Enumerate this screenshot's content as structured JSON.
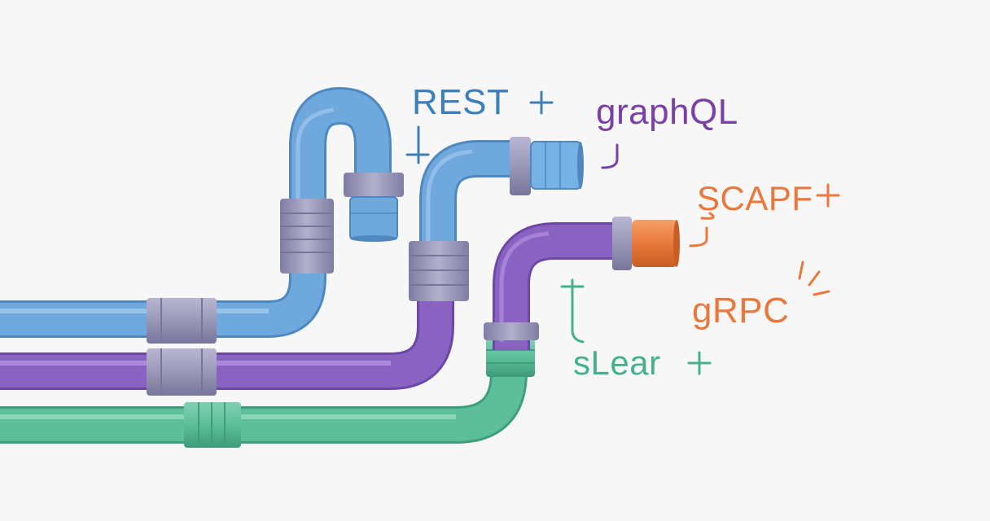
{
  "labels": {
    "rest": "REST",
    "graphql": "graphQL",
    "scapf": "SCAPF",
    "grpc": "gRPC",
    "slear": "sLear"
  },
  "plus": "+",
  "colors": {
    "background": "#f7f7f8",
    "blue_pipe": "#6ea8dc",
    "purple_pipe": "#8a63c2",
    "teal_pipe": "#5cbf9a",
    "orange_nozzle": "#e9783a",
    "coupling": "#9a98b8",
    "rest_text": "#3d7fb8",
    "graphql_text": "#7b3fa8",
    "scapf_text": "#e9783a",
    "grpc_text": "#e9783a",
    "slear_text": "#45b08c"
  },
  "icons": [
    "plus-icon",
    "bracket-icon",
    "spark-icon"
  ]
}
